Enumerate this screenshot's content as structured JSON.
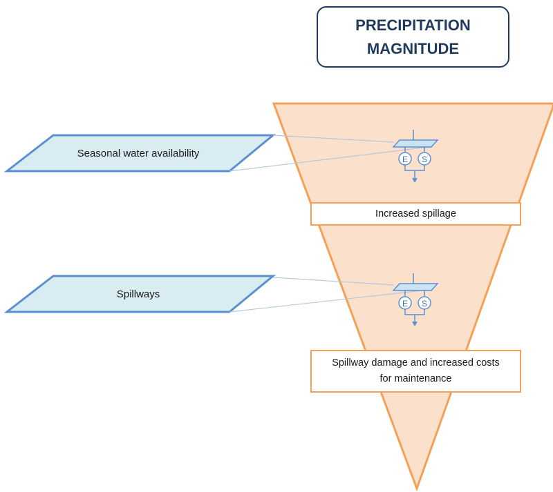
{
  "title": "PRECIPITATION\nMAGNITUDE",
  "inputs": [
    {
      "label": "Seasonal water availability"
    },
    {
      "label": "Spillways"
    }
  ],
  "outputs": [
    {
      "label": "Increased spillage"
    },
    {
      "label": "Spillway damage and increased costs\nfor maintenance"
    }
  ],
  "nodes": [
    {
      "left_symbol": "E",
      "right_symbol": "S"
    },
    {
      "left_symbol": "E",
      "right_symbol": "S"
    }
  ],
  "colors": {
    "funnel_fill": "#fbe0cc",
    "funnel_stroke": "#f4a157",
    "input_fill": "#d9ecf2",
    "input_stroke": "#5b8fd0",
    "title_stroke": "#1f3a5c",
    "connector": "#b7c6dc"
  }
}
